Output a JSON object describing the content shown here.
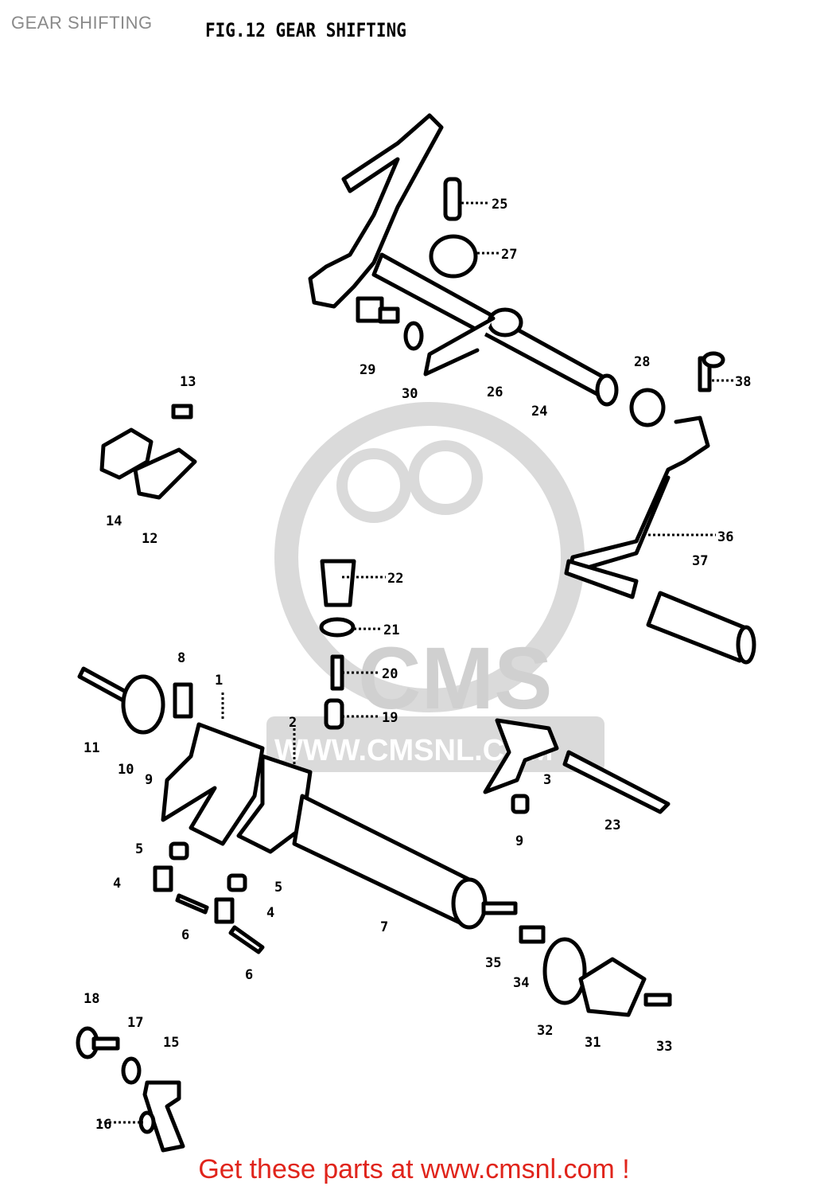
{
  "header": {
    "top_title": "GEAR SHIFTING",
    "fig_title": "FIG.12  GEAR SHIFTING"
  },
  "watermark": {
    "brand": "CMS",
    "url": "WWW.CMSNL.COM"
  },
  "footer": {
    "text": "Get these parts at www.cmsnl.com !"
  },
  "callouts": {
    "n1": "1",
    "n2": "2",
    "n3": "3",
    "n4a": "4",
    "n4b": "4",
    "n5a": "5",
    "n5b": "5",
    "n6a": "6",
    "n6b": "6",
    "n7": "7",
    "n8": "8",
    "n9a": "9",
    "n9b": "9",
    "n10": "10",
    "n11": "11",
    "n12": "12",
    "n13": "13",
    "n14": "14",
    "n15": "15",
    "n16": "16",
    "n17": "17",
    "n18": "18",
    "n19": "19",
    "n20": "20",
    "n21": "21",
    "n22": "22",
    "n23": "23",
    "n24": "24",
    "n25": "25",
    "n26": "26",
    "n27": "27",
    "n28": "28",
    "n29": "29",
    "n30": "30",
    "n31": "31",
    "n32": "32",
    "n33": "33",
    "n34": "34",
    "n35": "35",
    "n36": "36",
    "n37": "37",
    "n38": "38"
  },
  "colors": {
    "footer_text": "#e0241b",
    "watermark": "#c8c8c8",
    "line_art": "#000000"
  }
}
